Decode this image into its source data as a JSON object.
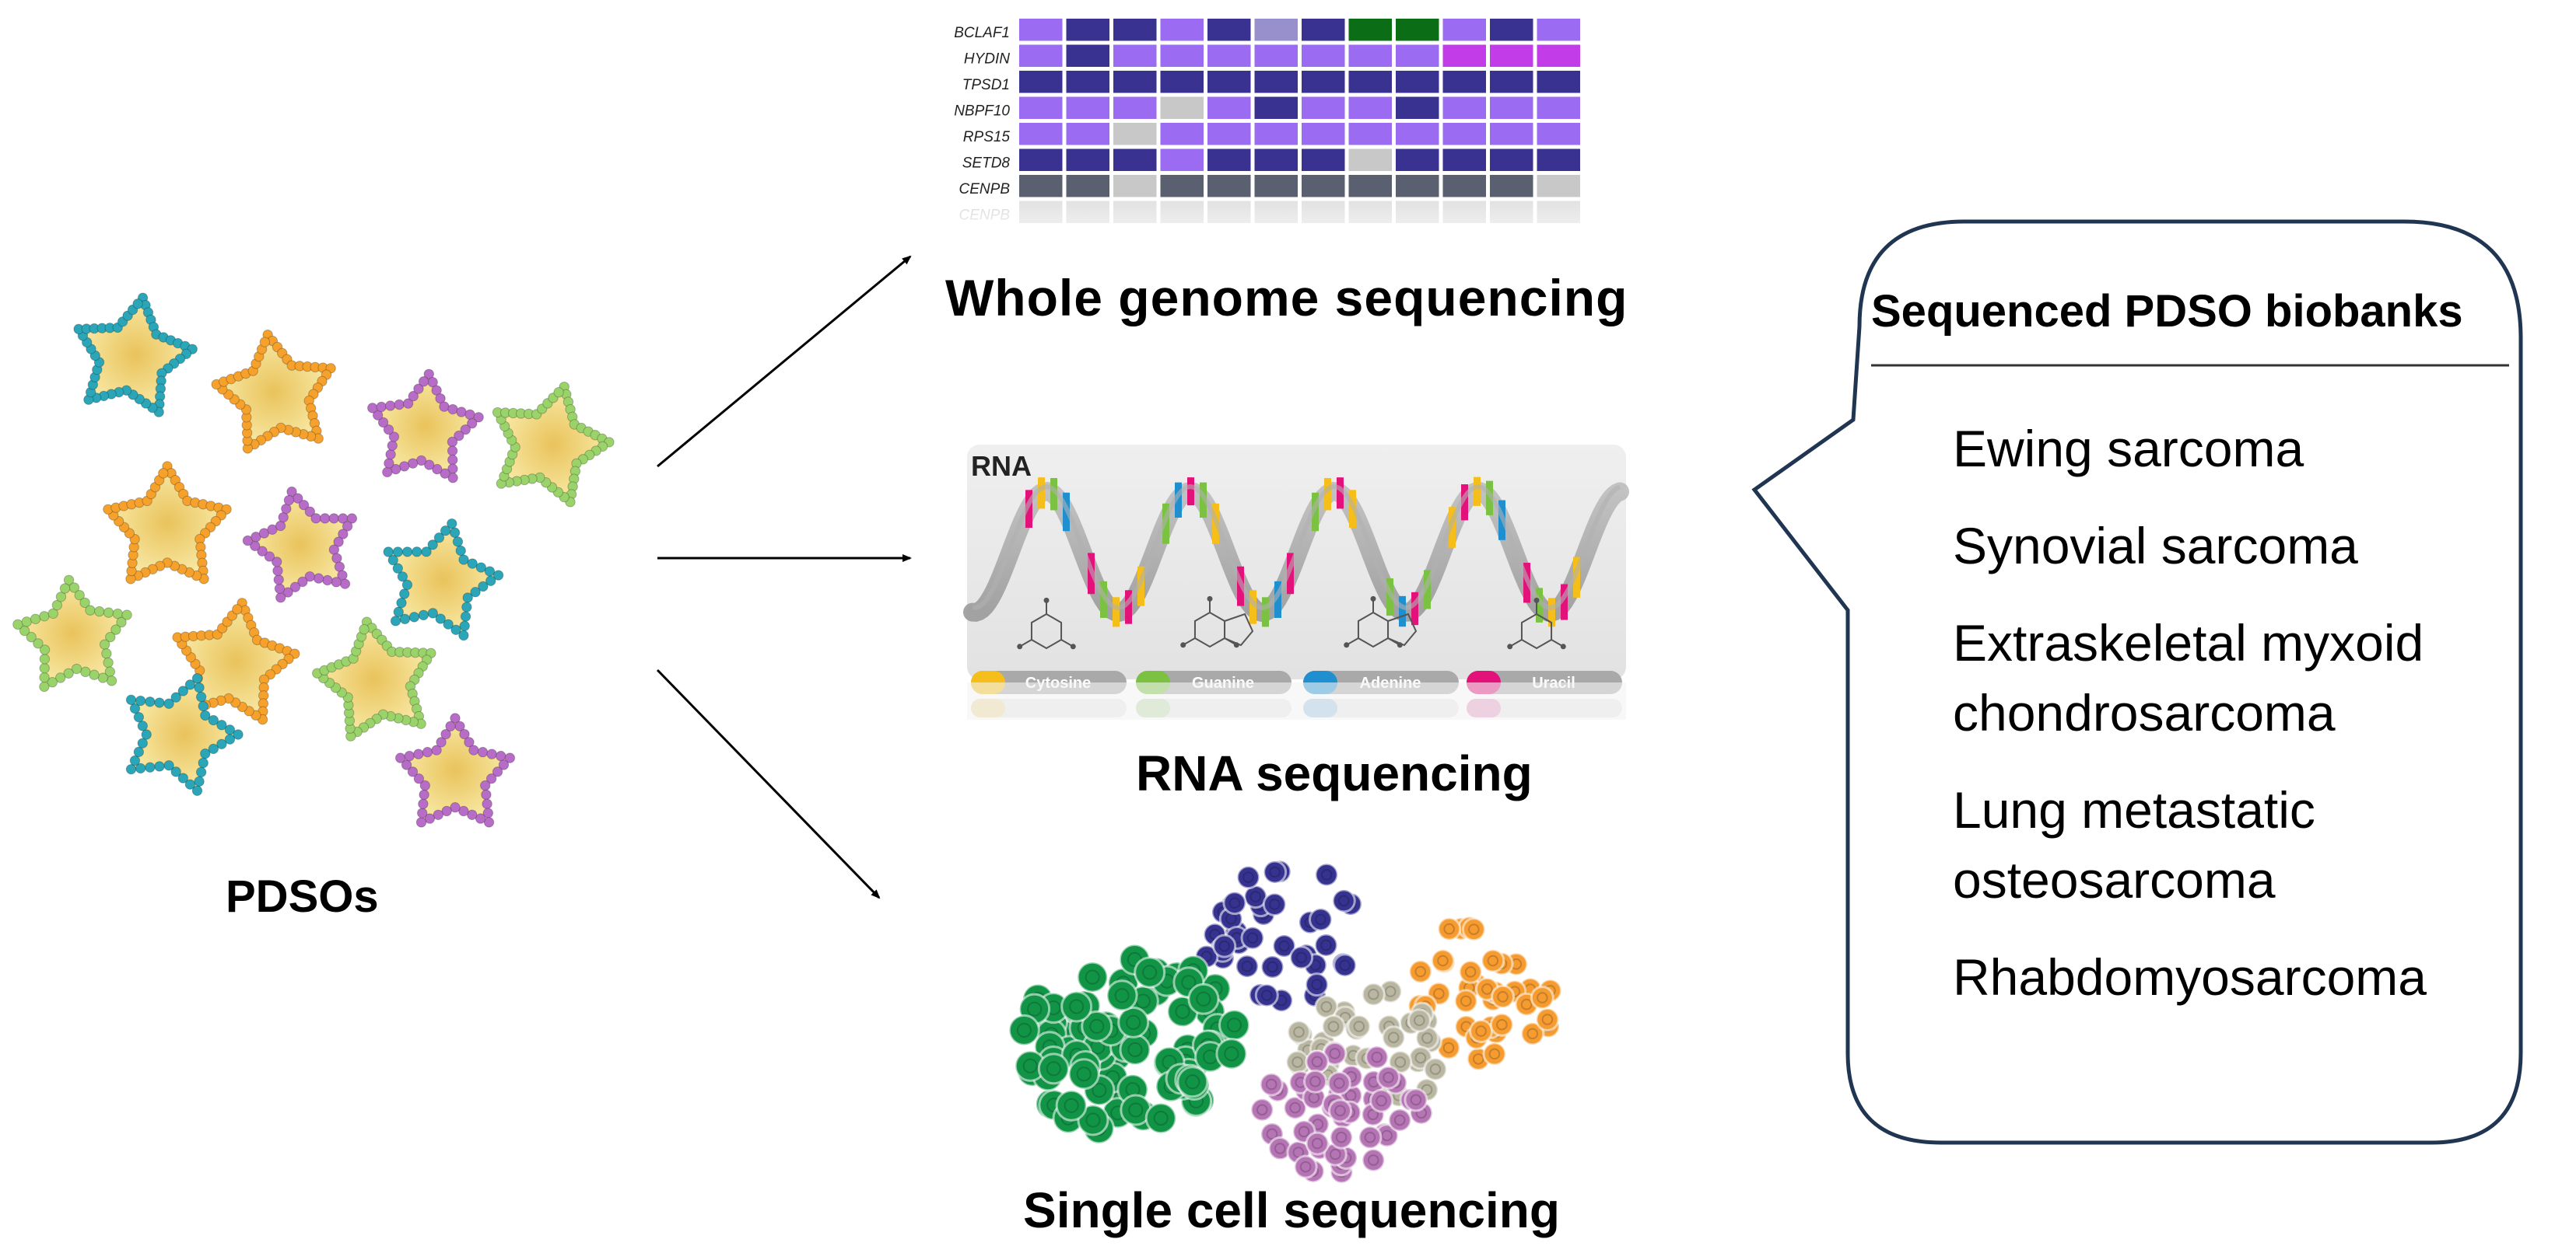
{
  "organoids": {
    "label": "PDSOs"
  },
  "methods": [
    {
      "label": "Whole genome sequencing"
    },
    {
      "label": "RNA sequencing"
    },
    {
      "label": "Single cell sequencing"
    }
  ],
  "heatmap": {
    "genes": [
      "BCLAF1",
      "HYDIN",
      "TPSD1",
      "NBPF10",
      "RPS15",
      "SETD8",
      "CENPB"
    ],
    "colors": {
      "light": "#9b6bf2",
      "dark": "#3a3290",
      "grey": "#c8c8c8",
      "slate": "#5a6070",
      "green": "#0b6e16",
      "magenta": "#c23ce8",
      "lavender": "#9890cc"
    }
  },
  "rna_panel": {
    "title": "RNA",
    "bases": [
      {
        "name": "Cytosine",
        "color": "#f5be1a"
      },
      {
        "name": "Guanine",
        "color": "#7cc242"
      },
      {
        "name": "Adenine",
        "color": "#1f8fd0"
      },
      {
        "name": "Uracil",
        "color": "#e2127a"
      }
    ]
  },
  "biobanks": {
    "title": "Sequenced PDSO biobanks",
    "items": [
      "Ewing sarcoma",
      "Synovial sarcoma",
      "Extraskeletal myxoid chondrosarcoma",
      "Lung metastatic osteosarcoma",
      "Rhabdomyosarcoma"
    ]
  },
  "palette": {
    "teal": "#2ba6b8",
    "orange": "#f6a12b",
    "purple": "#b76cc7",
    "green": "#9bd36b",
    "star_fill": "#f7e9a2",
    "cluster_navy": "#35338f",
    "cluster_green": "#129447",
    "cluster_grey": "#b9b6a1",
    "cluster_pink": "#b574b4",
    "cluster_orange": "#f59b30"
  }
}
